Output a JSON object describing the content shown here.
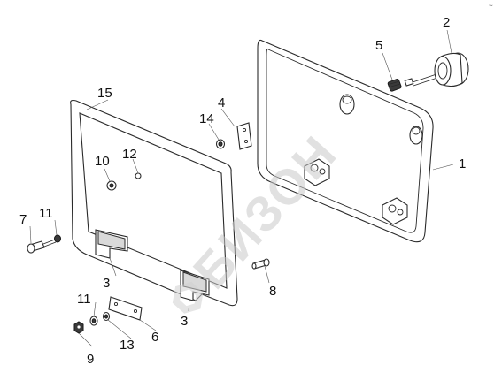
{
  "diagram": {
    "corner_mark": "~"
  },
  "watermark": {
    "brand": "БИЗОН"
  },
  "callouts": {
    "c1": "1",
    "c2": "2",
    "c3a": "3",
    "c3b": "3",
    "c4": "4",
    "c5": "5",
    "c6": "6",
    "c7": "7",
    "c8": "8",
    "c9": "9",
    "c10": "10",
    "c11a": "11",
    "c11b": "11",
    "c12": "12",
    "c13": "13",
    "c14": "14",
    "c15": "15"
  }
}
